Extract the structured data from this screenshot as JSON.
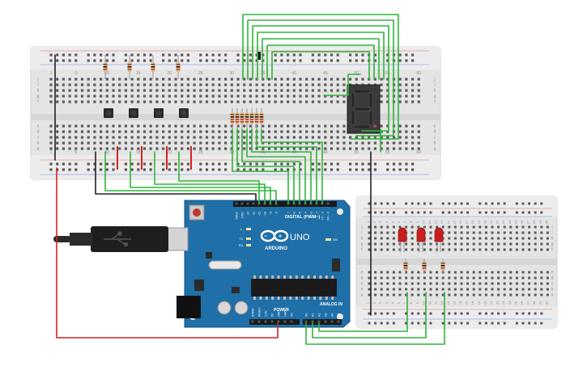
{
  "main_breadboard": {
    "numbers": [
      "1",
      "5",
      "10",
      "15",
      "20",
      "25",
      "30",
      "35",
      "40",
      "45",
      "50",
      "55",
      "60"
    ],
    "row_letters": [
      "a",
      "b",
      "c",
      "d",
      "e",
      "f",
      "g",
      "h",
      "i",
      "j"
    ]
  },
  "small_breadboard": {
    "numbers": [
      "1",
      "2",
      "3",
      "4",
      "5",
      "6",
      "7",
      "8",
      "9",
      "10",
      "11",
      "12",
      "13",
      "14",
      "15",
      "16",
      "17",
      "18",
      "19",
      "20",
      "21",
      "22",
      "23",
      "24",
      "25",
      "26",
      "27",
      "28",
      "29",
      "30"
    ],
    "row_letters": [
      "a",
      "b",
      "c",
      "d",
      "e",
      "f",
      "g",
      "h",
      "i",
      "j"
    ]
  },
  "arduino": {
    "logo_text": "ARDUINO",
    "model": "UNO",
    "digital_label": "DIGITAL (PWM~)",
    "analog_label": "ANALOG IN",
    "power_label": "POWER",
    "on_label": "ON",
    "tx_label": "TX",
    "rx_label": "RX",
    "l_label": "L",
    "digital_pins": [
      "AREF",
      "GND",
      "13",
      "12",
      "~11",
      "~10",
      "~9",
      "8",
      "7",
      "~6",
      "~5",
      "4",
      "~3",
      "2",
      "TX→1",
      "RX←0"
    ],
    "power_pins": [
      "IOREF",
      "RESET",
      "3.3V",
      "5V",
      "GND",
      "GND",
      "Vin"
    ],
    "analog_pins": [
      "A0",
      "A1",
      "A2",
      "A3",
      "A4",
      "A5"
    ]
  },
  "seven_segment": {
    "digit": "8"
  },
  "colors": {
    "wire_green": "#2fb53b",
    "wire_black": "#222222",
    "wire_red": "#d42222",
    "board_blue": "#1f6fa8",
    "led_red": "#c91f1f"
  }
}
